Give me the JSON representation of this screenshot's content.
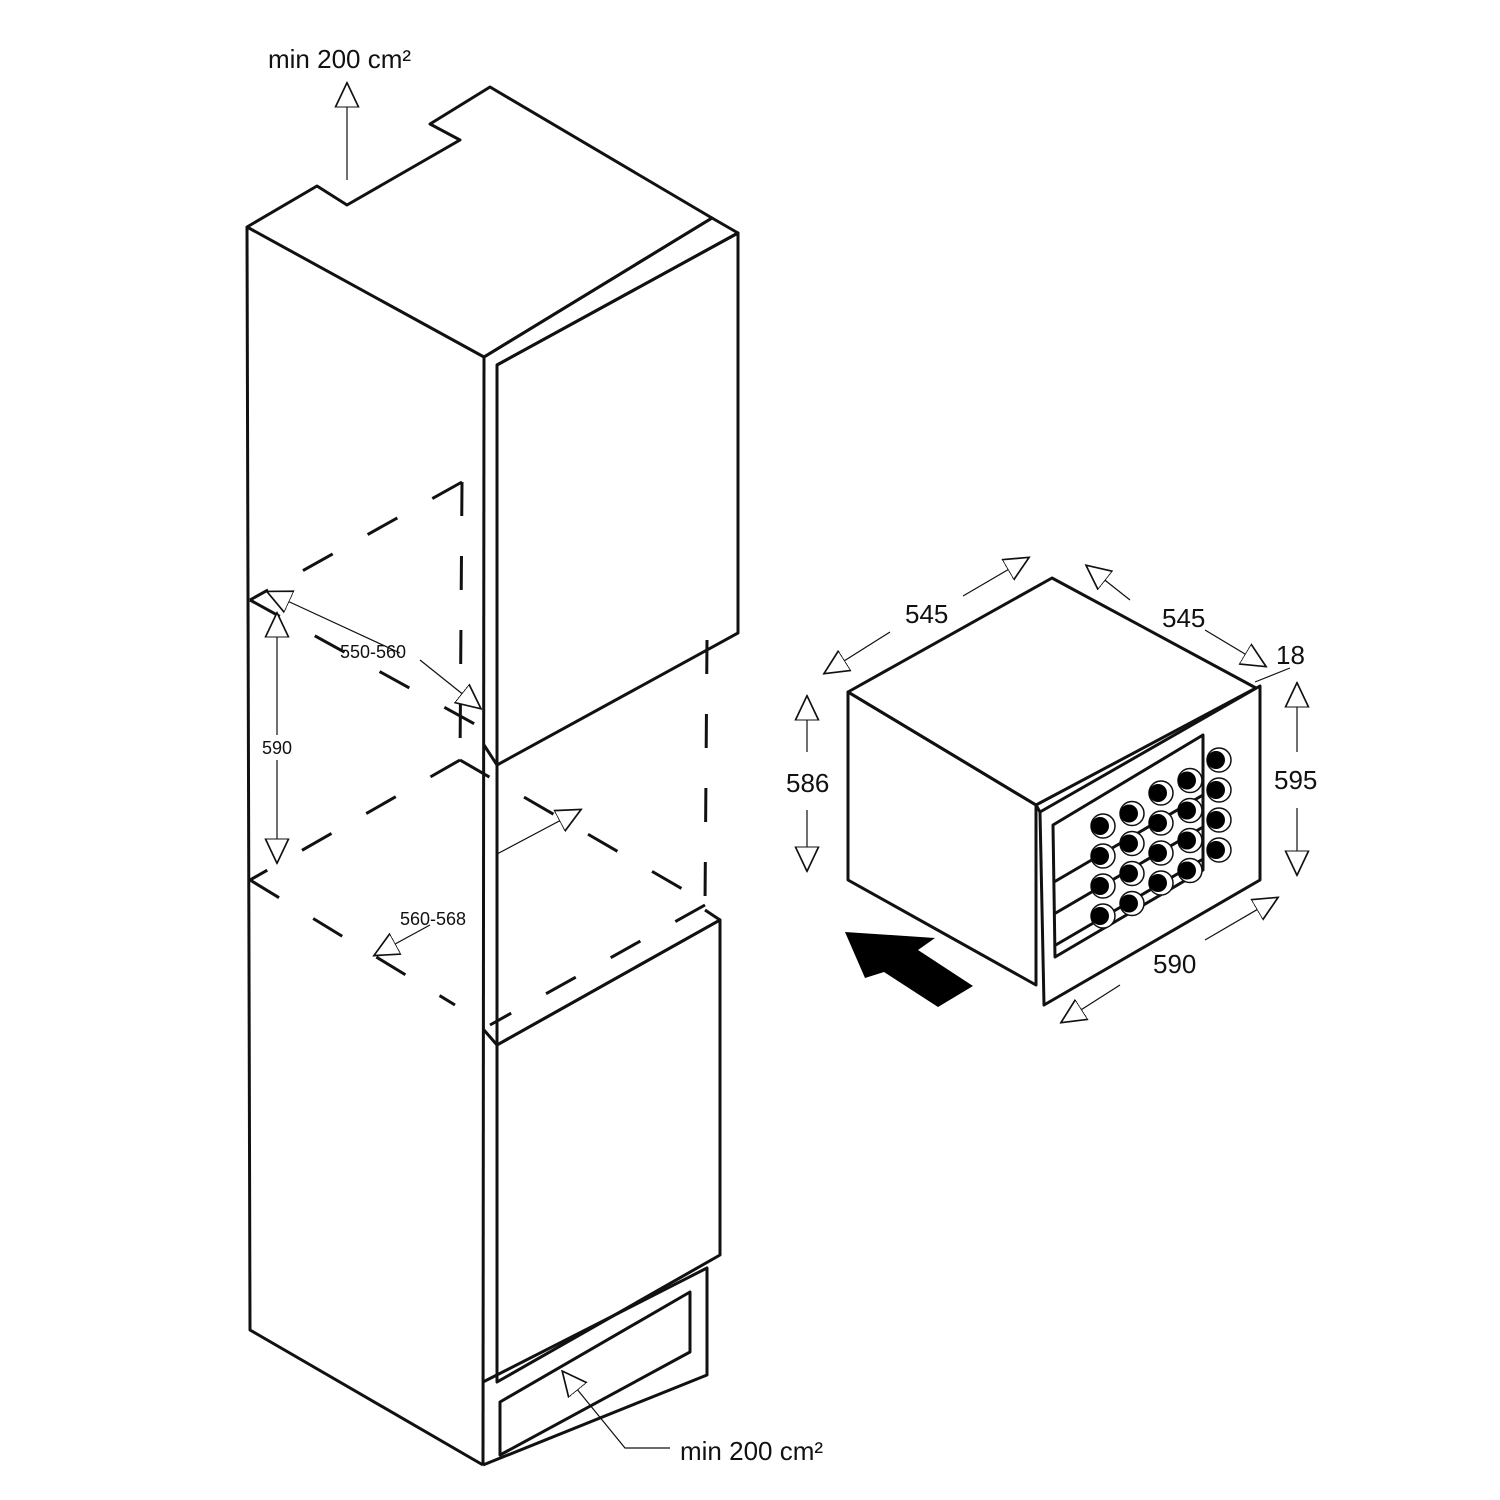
{
  "labels": {
    "vent_top": "min 200 cm²",
    "vent_bottom": "min 200 cm²",
    "niche_depth": "550-560",
    "niche_height": "590",
    "niche_width": "560-568",
    "appliance_depth": "545",
    "appliance_depth_right": "545",
    "frame_thickness": "18",
    "appliance_height": "586",
    "frame_height": "595",
    "frame_width": "590"
  },
  "colors": {
    "door_panel": "#922120",
    "line": "#111111"
  }
}
